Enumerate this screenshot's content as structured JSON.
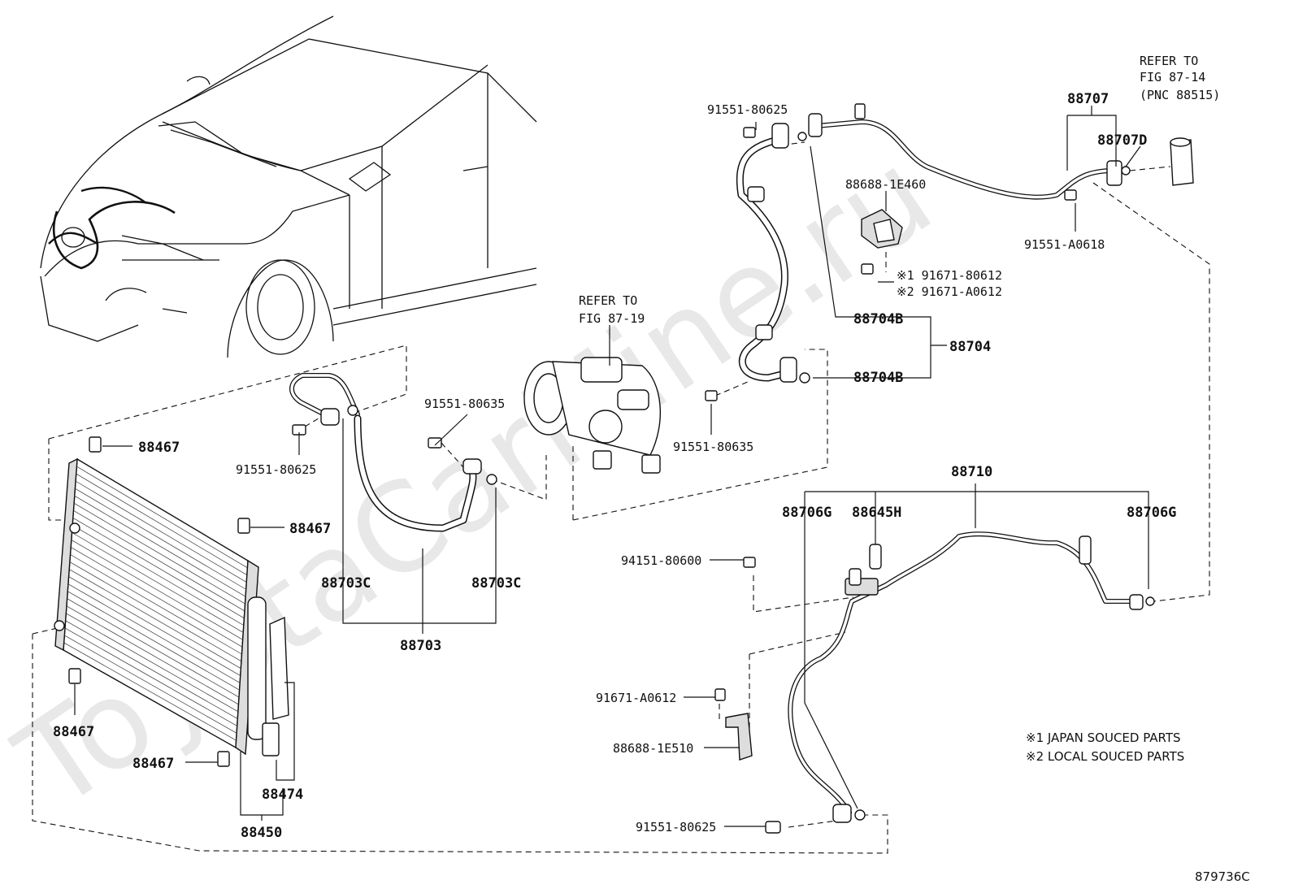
{
  "watermark": "ToyotaCarMine.ru",
  "figure_code": "879736C",
  "notes": {
    "note1": "※1 JAPAN SOUCED PARTS",
    "note2": "※2 LOCAL SOUCED PARTS"
  },
  "references": {
    "fig_87_19": [
      "REFER TO",
      "FIG 87-19"
    ],
    "fig_87_14": [
      "REFER TO",
      "FIG 87-14",
      "(PNC 88515)"
    ]
  },
  "parts": {
    "p91551_80625_top": "91551-80625",
    "p88707": "88707",
    "p88707D": "88707D",
    "p88688_1E460": "88688-1E460",
    "p91551_A0618": "91551-A0618",
    "p91671_80612": "※1 91671-80612",
    "p91671_A0612_note": "※2 91671-A0612",
    "p88704B_top": "88704B",
    "p88704": "88704",
    "p88704B_bot": "88704B",
    "p91551_80635_right": "91551-80635",
    "p91551_80635_left": "91551-80635",
    "p88467_a": "88467",
    "p88467_b": "88467",
    "p88467_c": "88467",
    "p88467_d": "88467",
    "p91551_80625_left": "91551-80625",
    "p88703C_left": "88703C",
    "p88703C_right": "88703C",
    "p88703": "88703",
    "p88474": "88474",
    "p88450": "88450",
    "p88710": "88710",
    "p88706G_left": "88706G",
    "p88645H": "88645H",
    "p88706G_right": "88706G",
    "p94151_80600": "94151-80600",
    "p91671_A0612": "91671-A0612",
    "p88688_1E510": "88688-1E510",
    "p91551_80625_bottom": "91551-80625"
  }
}
